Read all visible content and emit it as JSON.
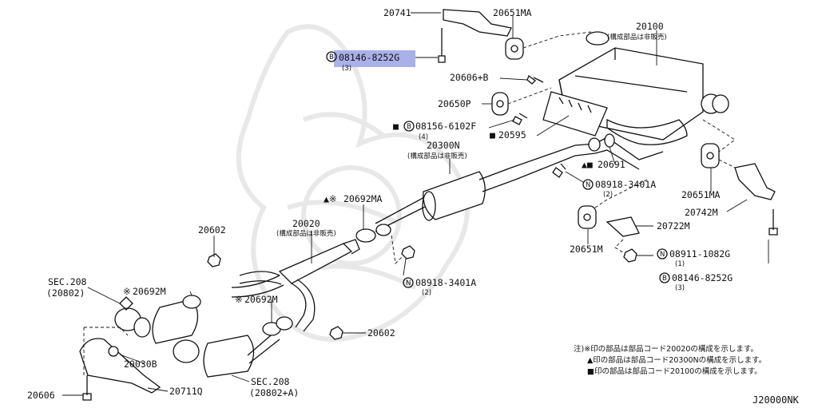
{
  "diagram_code": "J20000NK",
  "highlight_color": "#aab0e8",
  "labels": {
    "p20741": "20741",
    "p20651ma_top": "20651MA",
    "p20100": "20100",
    "p20100_note": "(構成部品は非販売)",
    "b08146_top": "08146-8252G",
    "b08146_top_qty": "(3)",
    "p20606b": "20606+B",
    "p20650p": "20650P",
    "b08156": "08156-6102F",
    "b08156_mark": "■",
    "b08156_qty": "(4)",
    "p20595": "20595",
    "p20595_mark": "■",
    "p20300n": "20300N",
    "p20300n_note": "(構成部品は非販売)",
    "p20691": "20691",
    "p20691_mark": "▲■",
    "n08918_right": "08918-3401A",
    "n08918_right_qty": "(2)",
    "p20651ma_right": "20651MA",
    "p20742m": "20742M",
    "p20692ma": "20692MA",
    "p20692ma_mark": "▲※",
    "p20020": "20020",
    "p20020_note": "(構成部品は非販売)",
    "p20602_top": "20602",
    "p20722m": "20722M",
    "p20651m": "20651M",
    "n08911": "08911-1082G",
    "n08911_qty": "(1)",
    "b08146_right": "08146-8252G",
    "b08146_right_qty": "(3)",
    "sec208_top": "SEC.208",
    "sec208_top_ref": "(20802)",
    "p20692m_left": "20692M",
    "p20692m_left_mark": "※",
    "p20692m_mid": "20692M",
    "p20692m_mid_mark": "※",
    "n08918_mid": "08918-3401A",
    "n08918_mid_qty": "(2)",
    "p20602_bottom": "20602",
    "p20030b": "20030B",
    "sec208_bottom": "SEC.208",
    "sec208_bottom_ref": "(20802+A)",
    "p20606": "20606",
    "p20711q": "20711Q"
  },
  "notes": {
    "line1": "注)※印の部品は部品コード20020の構成を示します。",
    "line2": "▲印の部品は部品コード20300Nの構成を示します。",
    "line3": "■印の部品は部品コード20100の構成を示します。"
  },
  "circle_marks": {
    "B": "B",
    "N": "N"
  }
}
